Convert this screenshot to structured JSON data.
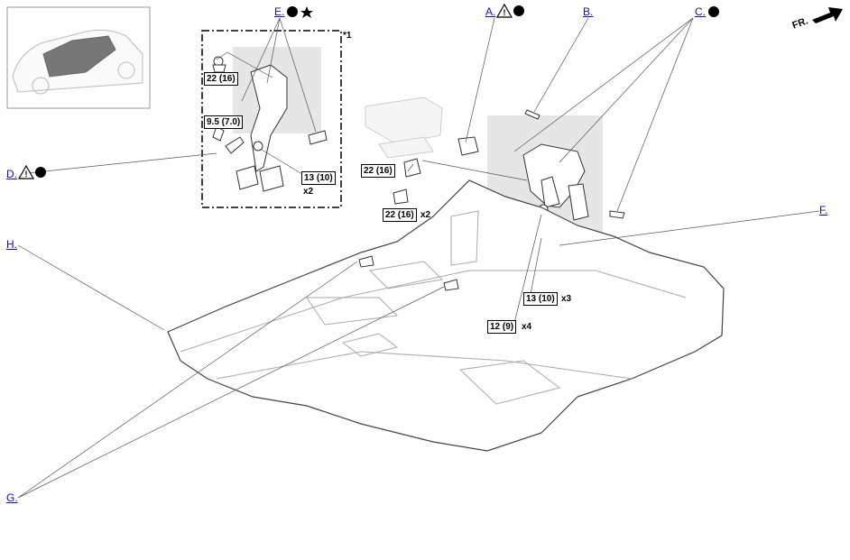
{
  "callouts": {
    "a": "A.",
    "b": "B.",
    "c": "C.",
    "d": "D.",
    "e": "E.",
    "f": "F.",
    "g": "G.",
    "h": "H."
  },
  "torques": {
    "e_bolt": "22 (16)",
    "e_switch": "9.5 (7.0)",
    "e_nut": "13 (10)",
    "bracket_nut": "22 (16)",
    "bracket_bolt": "22 (16)",
    "pedal_nut": "13 (10)",
    "pedal_bolt": "12 (9)"
  },
  "quantities": {
    "e_nut_qty": "x2",
    "bracket_bolt_qty": "x2",
    "pedal_nut_qty": "x3",
    "pedal_bolt_qty": "x4"
  },
  "inset_note": "*1",
  "direction_label": "FR.",
  "icons": [
    "caution-triangle-icon",
    "black-circle-icon",
    "star-icon",
    "front-arrow-icon",
    "vehicle-thumbnail"
  ]
}
